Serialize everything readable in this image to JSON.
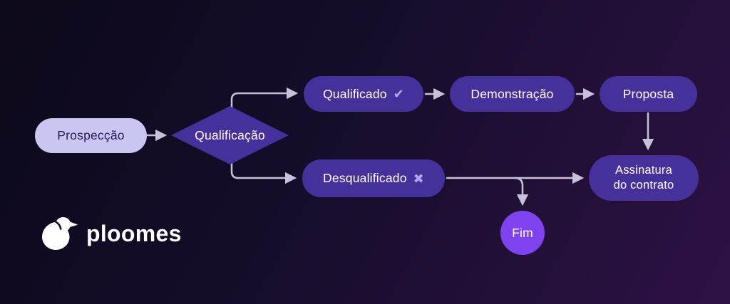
{
  "diagram_title": "Sales pipeline flowchart",
  "nodes": {
    "prospeccao": {
      "label": "Prospecção",
      "shape": "rounded-rect-light"
    },
    "qualificacao": {
      "label": "Qualificação",
      "shape": "diamond-decision"
    },
    "qualificado": {
      "label": "Qualificado",
      "icon": "✔",
      "icon_name": "check-icon",
      "shape": "pill"
    },
    "demonstracao": {
      "label": "Demonstração",
      "shape": "pill"
    },
    "proposta": {
      "label": "Proposta",
      "shape": "pill"
    },
    "desqualificado": {
      "label": "Desqualificado",
      "icon": "✖",
      "icon_name": "cross-icon",
      "shape": "pill"
    },
    "assinatura": {
      "line1": "Assinatura",
      "line2": "do contrato",
      "shape": "pill"
    },
    "fim": {
      "label": "Fim",
      "shape": "circle-end"
    }
  },
  "edges": [
    {
      "from": "prospeccao",
      "to": "qualificacao"
    },
    {
      "from": "qualificacao",
      "to": "qualificado"
    },
    {
      "from": "qualificacao",
      "to": "desqualificado"
    },
    {
      "from": "qualificado",
      "to": "demonstracao"
    },
    {
      "from": "demonstracao",
      "to": "proposta"
    },
    {
      "from": "proposta",
      "to": "assinatura"
    },
    {
      "from": "desqualificado",
      "to": "assinatura"
    },
    {
      "from": "desqualificado",
      "to": "fim"
    }
  ],
  "logo": {
    "text": "ploomes",
    "icon": "bird"
  },
  "colors": {
    "background_start": "#0c0919",
    "background_end": "#2d1145",
    "node_fill": "#46309a",
    "node_text": "#ffffff",
    "start_node_fill": "#c9c6f2",
    "start_node_text": "#2a1c55",
    "end_node_fill": "#7e43ef",
    "connector": "#c7c2d8",
    "icon_accent": "#b2a6f0",
    "logo_text": "#ffffff"
  }
}
